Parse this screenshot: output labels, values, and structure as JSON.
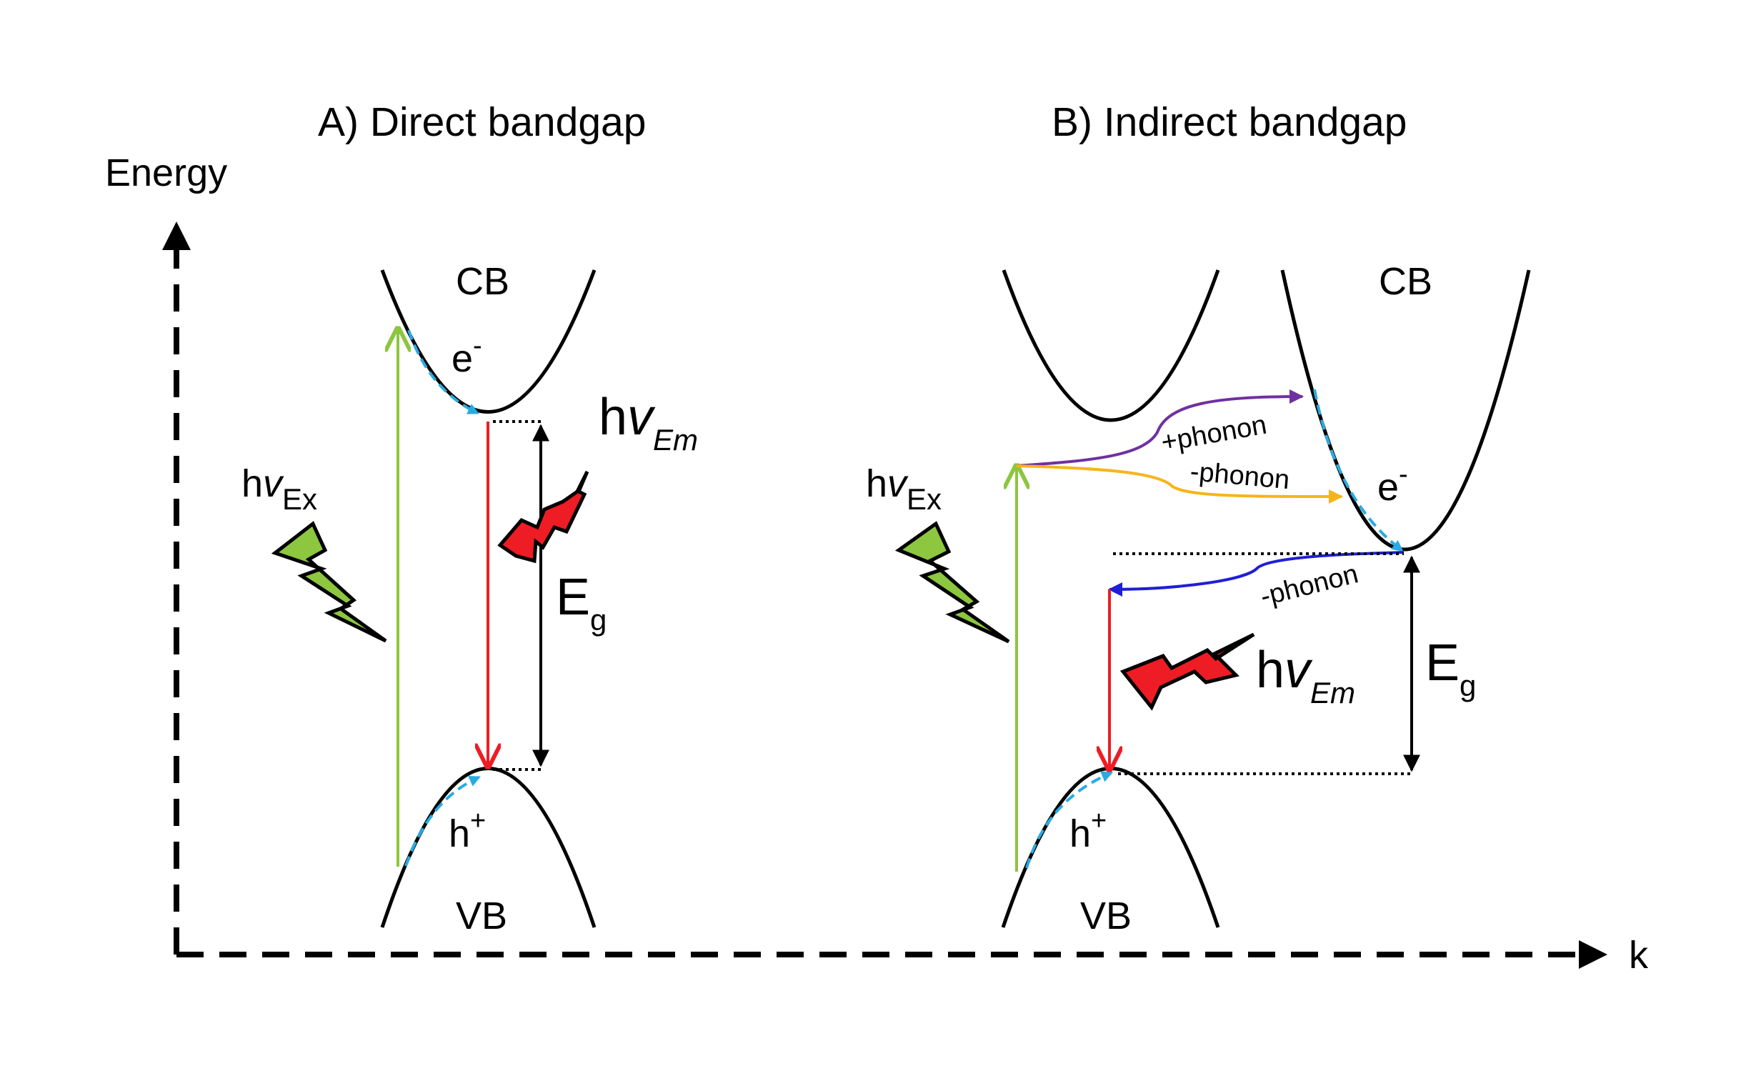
{
  "panels": {
    "direct": {
      "title": "A) Direct bandgap",
      "cb": "CB",
      "vb": "VB",
      "electron": "e",
      "electron_sup": "-",
      "hole": "h",
      "hole_sup": "+",
      "excitation_h": "h",
      "excitation_nu": "v",
      "excitation_sub": "Ex",
      "emission_h": "h",
      "emission_nu": "v",
      "emission_sub": "Em",
      "gap_E": "E",
      "gap_sub": "g"
    },
    "indirect": {
      "title": "B) Indirect bandgap",
      "cb": "CB",
      "vb": "VB",
      "electron": "e",
      "electron_sup": "-",
      "hole": "h",
      "hole_sup": "+",
      "excitation_h": "h",
      "excitation_nu": "v",
      "excitation_sub": "Ex",
      "emission_h": "h",
      "emission_nu": "v",
      "emission_sub": "Em",
      "gap_E": "E",
      "gap_sub": "g",
      "phonon_absorb": "+phonon",
      "phonon_emit_upper": "-phonon",
      "phonon_emit_lower": "-phonon"
    }
  },
  "axes": {
    "y_label": "Energy",
    "x_label": "k"
  },
  "colors": {
    "band": "#000000",
    "excitation_arrow": "#8cc63f",
    "emission_arrow": "#ee1c24",
    "relaxation": "#29abe2",
    "phonon_plus": "#7030a0",
    "phonon_minus_orange": "#f7b41a",
    "phonon_minus_blue": "#1f1fd6",
    "bolt_excitation": "#8dc63f",
    "bolt_emission": "#ee1c24"
  }
}
